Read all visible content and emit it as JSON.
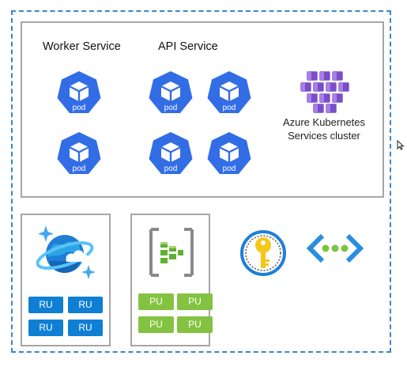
{
  "services": {
    "worker_label": "Worker Service",
    "api_label": "API Service"
  },
  "pod_label": "pod",
  "aks": {
    "line1": "Azure Kubernetes",
    "line2": "Services cluster"
  },
  "cosmos": {
    "units": [
      "RU",
      "RU",
      "RU",
      "RU"
    ]
  },
  "event_hub": {
    "units": [
      "PU",
      "PU",
      "PU",
      "PU"
    ]
  },
  "colors": {
    "pod_blue": "#326de6",
    "aks_purple": "#7b4dc8",
    "dashed_border": "#3a86c8",
    "ru_blue": "#0f7fd4",
    "pu_green": "#83c341",
    "key_yellow": "#f5c71a"
  },
  "icons": [
    "kubernetes-pod-icon",
    "aks-cluster-icon",
    "cosmos-db-icon",
    "event-hub-icon",
    "key-vault-icon",
    "virtual-network-icon",
    "cursor-icon"
  ]
}
